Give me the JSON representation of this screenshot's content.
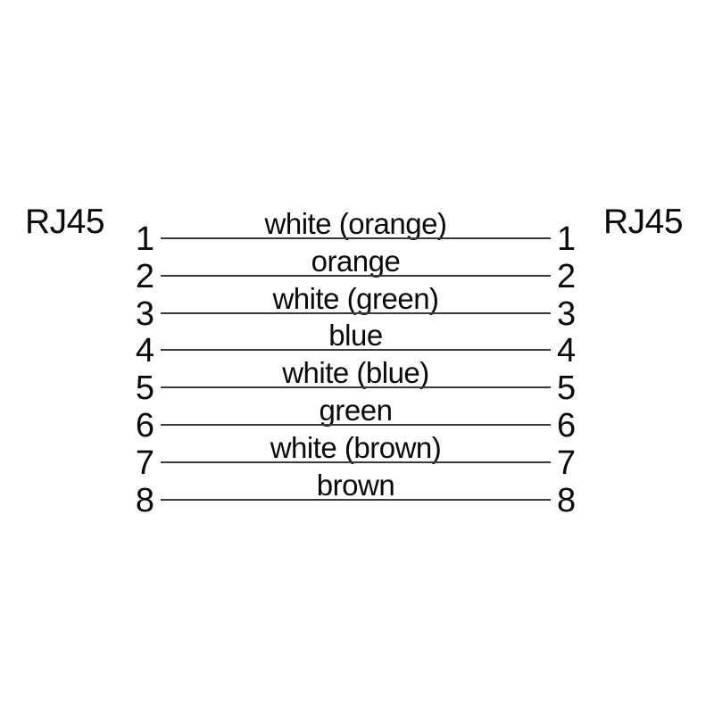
{
  "diagram": {
    "left_connector_label": "RJ45",
    "right_connector_label": "RJ45",
    "wires": [
      {
        "pin_left": "1",
        "pin_right": "1",
        "color_label": "white (orange)"
      },
      {
        "pin_left": "2",
        "pin_right": "2",
        "color_label": "orange"
      },
      {
        "pin_left": "3",
        "pin_right": "3",
        "color_label": "white (green)"
      },
      {
        "pin_left": "4",
        "pin_right": "4",
        "color_label": "blue"
      },
      {
        "pin_left": "5",
        "pin_right": "5",
        "color_label": "white (blue)"
      },
      {
        "pin_left": "6",
        "pin_right": "6",
        "color_label": "green"
      },
      {
        "pin_left": "7",
        "pin_right": "7",
        "color_label": "white (brown)"
      },
      {
        "pin_left": "8",
        "pin_right": "8",
        "color_label": "brown"
      }
    ]
  },
  "colors": {
    "background": "#ffffff",
    "text": "#0a0a0a",
    "wire_line": "#3a3a3a"
  }
}
